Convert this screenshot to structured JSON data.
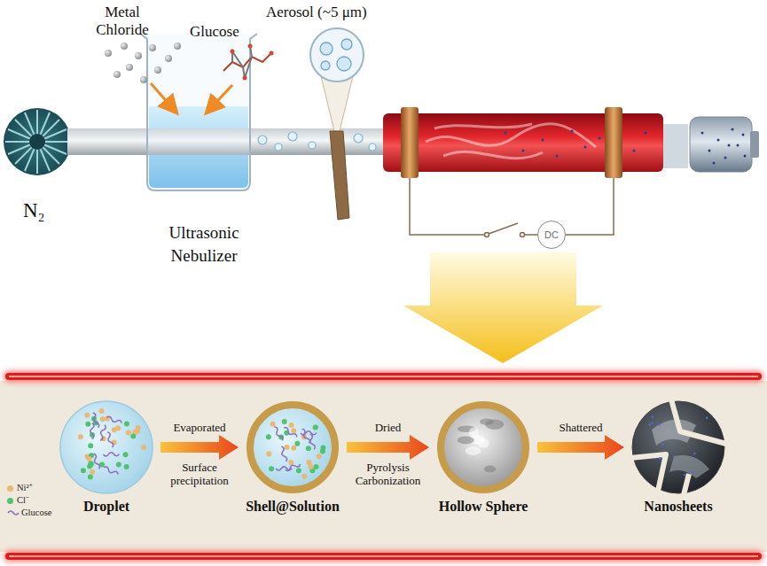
{
  "diagram": {
    "nodes": [
      {
        "text": [
          "DC"
        ]
      },
      {
        "text": [
          "Droplet"
        ]
      },
      {
        "text": [
          "Shell@Solution"
        ]
      },
      {
        "text": [
          "Hollow Sphere"
        ]
      },
      {
        "text": [
          "Nanosheets"
        ]
      }
    ],
    "edges": [
      {
        "from": 1,
        "to": 2,
        "arrow": "to",
        "label": "Evaporated"
      },
      {
        "from": 2,
        "to": 3,
        "arrow": "to",
        "label": "Dried"
      },
      {
        "from": 3,
        "to": 4,
        "arrow": "to",
        "label": "Shattered"
      }
    ],
    "labels": [
      "Metal Chloride",
      "Glucose",
      "Aerosol (~5 μm)",
      "N₂",
      "Ultrasonic Nebulizer",
      "Surface precipitation",
      "Pyrolysis Carbonization"
    ],
    "legend": [
      {
        "text": "Ni²⁺",
        "color": "#e9b872"
      },
      {
        "text": "Cl⁻",
        "color": "#4fc46f"
      },
      {
        "text": "Glucose"
      }
    ]
  }
}
